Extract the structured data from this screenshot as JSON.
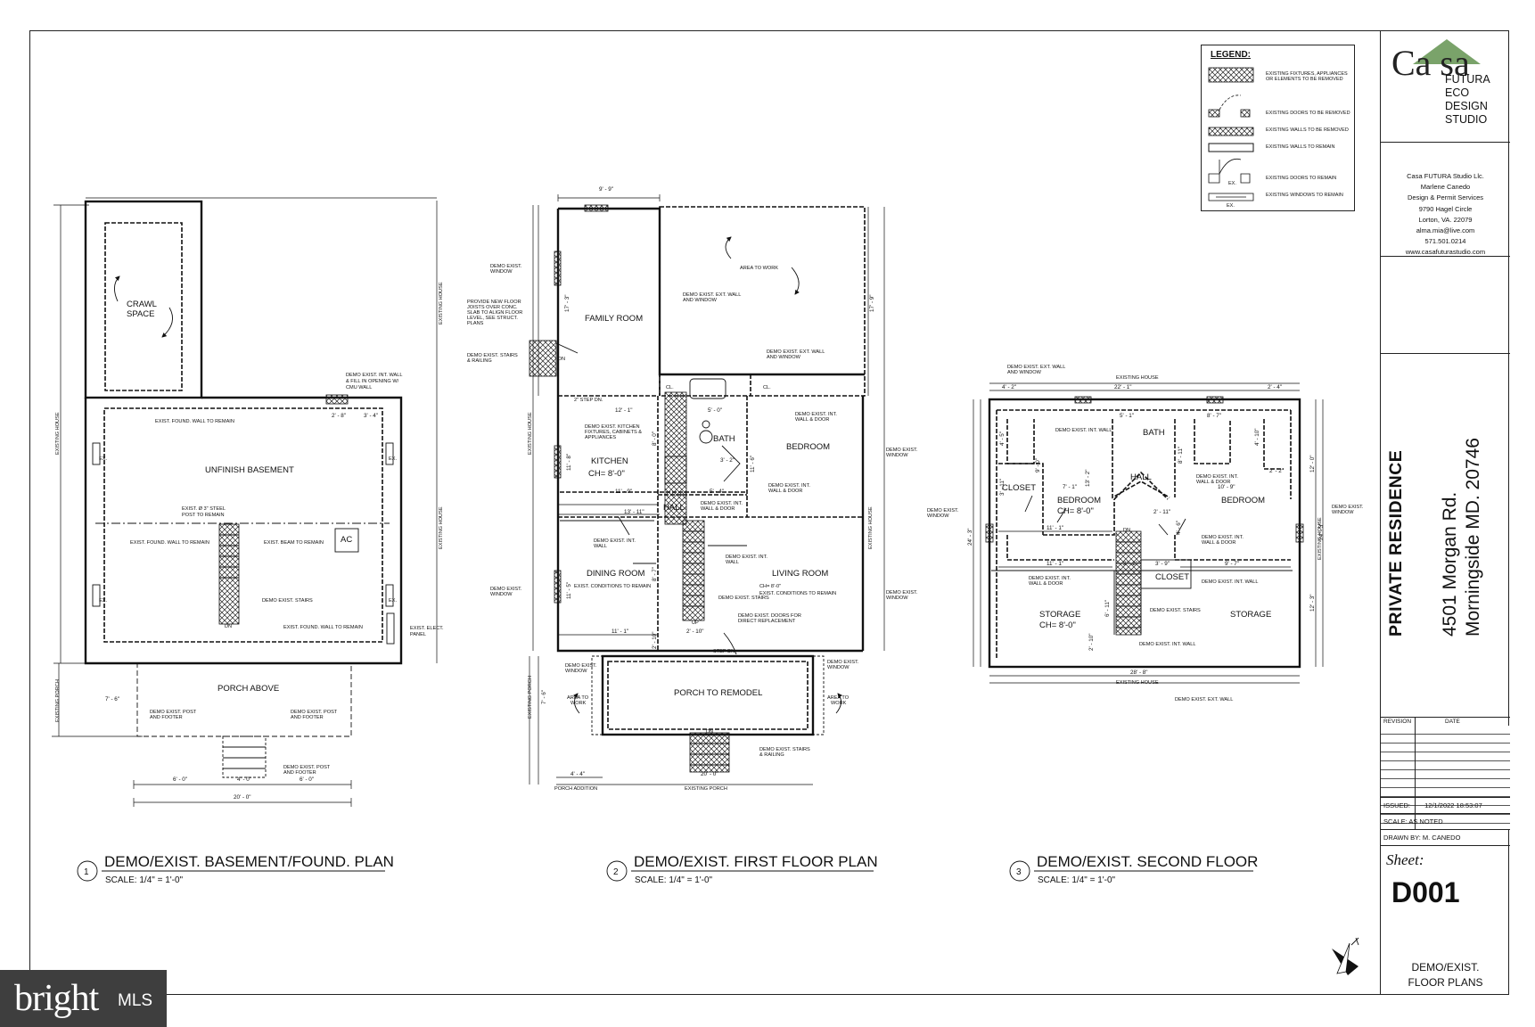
{
  "legend": {
    "title": "LEGEND:",
    "items": [
      "EXISTING FIXTURES, APPLIANCES OR ELEMENTS TO BE REMOVED",
      "EXISTING DOORS TO BE REMOVED",
      "EXISTING WALLS TO BE REMOVED",
      "EXISTING WALLS TO REMAIN",
      "EXISTING DOORS TO REMAIN",
      "EXISTING WINDOWS TO REMAIN"
    ],
    "ex": "EX."
  },
  "firm": {
    "logo_letters": "Ca sa",
    "logo_words": [
      "FUTURA",
      "ECO",
      "DESIGN",
      "STUDIO"
    ],
    "name": "Casa FUTURA Studio Llc.",
    "person": "Marlene Canedo",
    "service": "Design & Permit Services",
    "street": "9790 Hagel Circle",
    "city": "Lorton, VA. 22079",
    "email": "alma.mia@live.com",
    "phone": "571.501.0214",
    "web": "www.casafuturastudio.com"
  },
  "project": {
    "title": "PRIVATE RESIDENCE",
    "address1": "4501 Morgan Rd.",
    "address2": "Morningside MD. 20746"
  },
  "revision": {
    "col1": "REVISION",
    "col2": "DATE"
  },
  "issued": {
    "label": "ISSUED:",
    "value": "12/1/2022 18:53:07"
  },
  "scale": "SCALE: AS NOTED",
  "drawn_by": "DRAWN BY: M. CANEDO",
  "sheet": {
    "label": "Sheet:",
    "number": "D001",
    "desc1": "DEMO/EXIST.",
    "desc2": "FLOOR PLANS"
  },
  "plans": [
    {
      "num": "1",
      "title": "DEMO/EXIST. BASEMENT/FOUND. PLAN",
      "scale": "SCALE: 1/4\" = 1'-0\""
    },
    {
      "num": "2",
      "title": "DEMO/EXIST. FIRST FLOOR PLAN",
      "scale": "SCALE: 1/4\" = 1'-0\""
    },
    {
      "num": "3",
      "title": "DEMO/EXIST. SECOND FLOOR",
      "scale": "SCALE: 1/4\" = 1'-0\""
    }
  ],
  "basement": {
    "crawl1": "CRAWL",
    "crawl2": "SPACE",
    "unfinish": "UNFINISH BASEMENT",
    "porch_above": "PORCH ABOVE",
    "ac": "AC",
    "dn": "DN",
    "ex": "EX.",
    "existing_house": "EXISTING HOUSE",
    "existing_porch": "EXISTING PORCH",
    "notes": {
      "demo_int_wall1": "DEMO EXIST. INT. WALL",
      "demo_int_wall2": "& FILL IN OPENING W/",
      "demo_int_wall3": "CMU WALL",
      "found_remain": "EXIST. FOUND. WALL TO REMAIN",
      "steel1": "EXIST. Ø 3\" STEEL",
      "steel2": "POST TO REMAIN",
      "beam": "EXIST. BEAM TO REMAIN",
      "stairs": "DEMO EXIST. STAIRS",
      "elect1": "EXIST. ELECT.",
      "elect2": "PANEL",
      "post1": "DEMO EXIST. POST",
      "post2": "AND FOOTER"
    },
    "dims": {
      "d2_8": "2' - 8\"",
      "d3_4": "3' - 4\"",
      "d7_6": "7' - 6\"",
      "d6_0": "6' - 0\"",
      "d4_0": "4' - 0\"",
      "d20_0": "20' - 0\""
    }
  },
  "first": {
    "family": "FAMILY ROOM",
    "kitchen": "KITCHEN",
    "ch8": "CH= 8'-0\"",
    "bath": "BATH",
    "bedroom": "BEDROOM",
    "cl": "CL.",
    "hall": "HALL",
    "dining": "DINING ROOM",
    "living": "LIVING ROOM",
    "porch_remodel": "PORCH TO REMODEL",
    "area_work": "AREA TO WORK",
    "area": "AREA TO",
    "work": "WORK",
    "dn": "DN",
    "up": "UP",
    "step_dn": "STEP DN.",
    "step_dn2": "2\" STEP DN.",
    "existing_house": "EXISTING HOUSE",
    "existing_porch": "EXISTING PORCH",
    "porch_addition": "PORCH ADDITION",
    "notes": {
      "win1": "DEMO EXIST.",
      "win2": "WINDOW",
      "floor1": "PROVIDE NEW FLOOR",
      "floor2": "JOISTS OVER CONC.",
      "floor3": "SLAB TO ALIGN FLOOR",
      "floor4": "LEVEL, SEE STRUCT.",
      "floor5": "PLANS",
      "stairs1": "DEMO EXIST. STAIRS",
      "stairs2": "& RAILING",
      "extwall1": "DEMO EXIST. EXT. WALL",
      "extwall2": "AND WINDOW",
      "kit1": "DEMO EXIST. KITCHEN",
      "kit2": "FIXTURES, CABINETS &",
      "kit3": "APPLIANCES",
      "intwd1": "DEMO EXIST. INT.",
      "intwd2": "WALL & DOOR",
      "intw": "WALL",
      "doors1": "DEMO EXIST. DOORS FOR",
      "doors2": "DIRECT REPLACEMENT",
      "cond": "EXIST. CONDITIONS TO REMAIN",
      "dstairs": "DEMO EXIST. STAIRS"
    },
    "dims": {
      "d9_9": "9' - 9\"",
      "d17_3": "17' - 3\"",
      "d17_9": "17' - 9\"",
      "d12_1": "12' - 1\"",
      "d5_0": "5' - 0\"",
      "d8_0": "8' - 0\"",
      "d11_6": "11' - 6\"",
      "d3_2": "3' - 2\"",
      "d11_8": "11' - 8\"",
      "d11_9": "11' - 9\"",
      "d13_11": "13' - 11\"",
      "d5_4": "5' - 4\"",
      "d8_7": "8' - 7\"",
      "d11_5": "11' - 5\"",
      "d11_1": "11' - 1\"",
      "d2_10": "2' - 10\"",
      "d7_6": "7' - 6\"",
      "d4_4": "4' - 4\"",
      "d20_0": "20' - 0\""
    }
  },
  "second": {
    "bath": "BATH",
    "hall": "HALL",
    "closet": "CLOSET",
    "bedroom": "BEDROOM",
    "ch8": "CH= 8'-0\"",
    "storage": "STORAGE",
    "dn": "DN",
    "existing_house": "EXISTING HOUSE",
    "notes": {
      "ext1": "DEMO EXIST. EXT. WALL",
      "ext2": "AND WINDOW",
      "intw": "DEMO EXIST. INT. WALL",
      "intwd1": "DEMO EXIST. INT.",
      "intwd2": "WALL & DOOR",
      "win1": "DEMO EXIST.",
      "win2": "WINDOW",
      "stairs": "DEMO EXIST. STAIRS",
      "extw": "DEMO EXIST. EXT. WALL"
    },
    "dims": {
      "d4_2": "4' - 2\"",
      "d22_1": "22' - 1\"",
      "d2_4": "2' - 4\"",
      "d5_1": "5' - 1\"",
      "d8_7": "8' - 7\"",
      "d4_5": "4' - 5\"",
      "d9_0": "9' - 0\"",
      "d13_2": "13' - 2\"",
      "d8_11": "8' - 11\"",
      "d4_10": "4' - 10\"",
      "d2_2": "2' - 2\"",
      "d3_11": "3' - 11\"",
      "d7_1": "7' - 1\"",
      "d10_9": "10' - 9\"",
      "d2_11": "2' - 11\"",
      "d4_6": "4' - 6\"",
      "d11_1": "11' - 1\"",
      "d3_9": "3' - 9\"",
      "d9_7": "9' - 7\"",
      "d2_2b": "2' - 2\"",
      "d24_3": "24' - 3\"",
      "d6_11": "6' - 11\"",
      "d2_10": "2' - 10\"",
      "d28_8": "28' - 8\"",
      "d12_0": "12' - 0\"",
      "d12_3": "12' - 3\"",
      "d24_3b": "24' - 3\""
    }
  },
  "watermark": {
    "brand": "bright",
    "suffix": "MLS"
  }
}
